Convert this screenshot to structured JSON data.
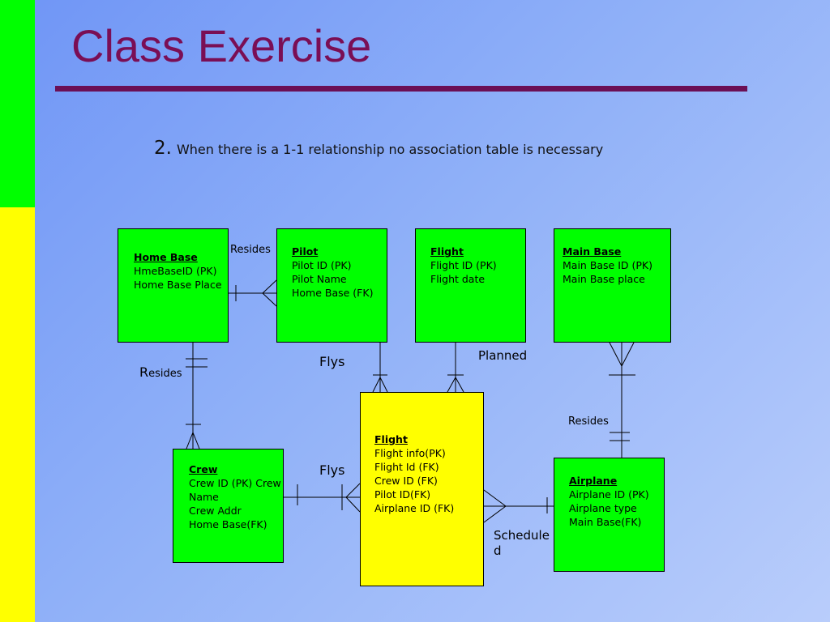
{
  "slide": {
    "title": "Class Exercise",
    "subtitle_number": "2.",
    "subtitle_text": "When there is a 1-1 relationship no association table is necessary",
    "colors": {
      "title": "#7a0e55",
      "entity_green": "#00ff00",
      "entity_yellow": "#ffff00"
    }
  },
  "entities": {
    "home_base": {
      "name": "Home Base",
      "attrs": [
        "HmeBaseID (PK)",
        "Home Base Place"
      ]
    },
    "pilot": {
      "name": "Pilot",
      "attrs": [
        "Pilot ID (PK)",
        "Pilot Name",
        "Home Base (FK)"
      ]
    },
    "flight_top": {
      "name": "Flight",
      "attrs": [
        "Flight ID (PK)",
        "Flight date"
      ]
    },
    "main_base": {
      "name": "Main Base",
      "attrs": [
        "Main Base ID (PK)",
        "Main Base place"
      ]
    },
    "flight_assoc": {
      "name": "Flight",
      "attrs": [
        "Flight info(PK)",
        "Flight Id (FK)",
        "Crew ID (FK)",
        "Pilot ID(FK)",
        "Airplane ID (FK)"
      ]
    },
    "crew": {
      "name": "Crew",
      "attrs": [
        "Crew ID (PK) Crew",
        "Name",
        "Crew Addr",
        "Home Base(FK)"
      ]
    },
    "airplane": {
      "name": "Airplane",
      "attrs": [
        "Airplane ID (PK)",
        "Airplane type",
        "Main Base(FK)"
      ]
    }
  },
  "relationships": {
    "resides_top": "Resides",
    "resides_left_cap": "R",
    "resides_left_rest": "esides",
    "flys_top": "Flys",
    "planned": "Planned",
    "resides_right": "Resides",
    "flys_bottom": "Flys",
    "scheduled_line1": "Schedule",
    "scheduled_line2": "d"
  }
}
